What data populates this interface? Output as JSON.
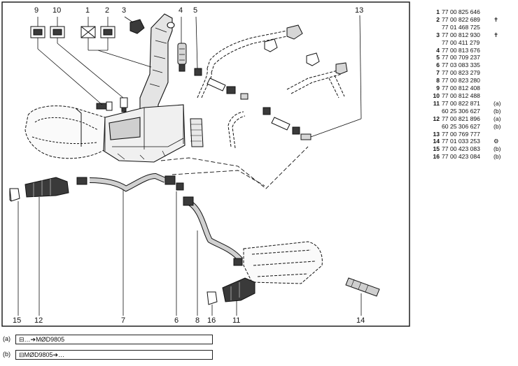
{
  "callouts": [
    {
      "id": "c9",
      "label": "9"
    },
    {
      "id": "c10",
      "label": "10"
    },
    {
      "id": "c1",
      "label": "1"
    },
    {
      "id": "c2",
      "label": "2"
    },
    {
      "id": "c3",
      "label": "3"
    },
    {
      "id": "c4",
      "label": "4"
    },
    {
      "id": "c5",
      "label": "5"
    },
    {
      "id": "c13",
      "label": "13"
    },
    {
      "id": "c15",
      "label": "15"
    },
    {
      "id": "c12",
      "label": "12"
    },
    {
      "id": "c7",
      "label": "7"
    },
    {
      "id": "c6",
      "label": "6"
    },
    {
      "id": "c8",
      "label": "8"
    },
    {
      "id": "c16",
      "label": "16"
    },
    {
      "id": "c11",
      "label": "11"
    },
    {
      "id": "c14",
      "label": "14"
    }
  ],
  "parts": [
    {
      "no": "1",
      "ref": "77 00 825 646",
      "code": ""
    },
    {
      "no": "2",
      "ref": "77 00 822 689",
      "code": "✝"
    },
    {
      "no": "",
      "ref": "77 01 468 725",
      "code": ""
    },
    {
      "no": "3",
      "ref": "77 00 812 930",
      "code": "✝"
    },
    {
      "no": "",
      "ref": "77 00 411 279",
      "code": ""
    },
    {
      "no": "4",
      "ref": "77 00 813 676",
      "code": ""
    },
    {
      "no": "5",
      "ref": "77 00 709 237",
      "code": ""
    },
    {
      "no": "6",
      "ref": "77 03 083 335",
      "code": ""
    },
    {
      "no": "7",
      "ref": "77 00 823 279",
      "code": ""
    },
    {
      "no": "8",
      "ref": "77 00 823 280",
      "code": ""
    },
    {
      "no": "9",
      "ref": "77 00 812 408",
      "code": ""
    },
    {
      "no": "10",
      "ref": "77 00 812 488",
      "code": ""
    },
    {
      "no": "11",
      "ref": "77 00 822 871",
      "code": "(a)"
    },
    {
      "no": "",
      "ref": "60 25 306 627",
      "code": "(b)"
    },
    {
      "no": "12",
      "ref": "77 00 821 896",
      "code": "(a)"
    },
    {
      "no": "",
      "ref": "60 25 306 627",
      "code": "(b)"
    },
    {
      "no": "13",
      "ref": "77 00 769 777",
      "code": ""
    },
    {
      "no": "14",
      "ref": "77 01 033 253",
      "code": "⚙"
    },
    {
      "no": "15",
      "ref": "77 00 423 083",
      "code": "(b)"
    },
    {
      "no": "16",
      "ref": "77 00 423 084",
      "code": "(b)"
    }
  ],
  "notes": [
    {
      "code": "(a)",
      "text": "⊟…➔MØD9805"
    },
    {
      "code": "(b)",
      "text": "⊟MØD9805➔…"
    }
  ],
  "colors": {
    "ink": "#111111",
    "fill_light": "#d8d8d8",
    "fill_dark": "#3a3a3a",
    "paper": "#ffffff"
  }
}
